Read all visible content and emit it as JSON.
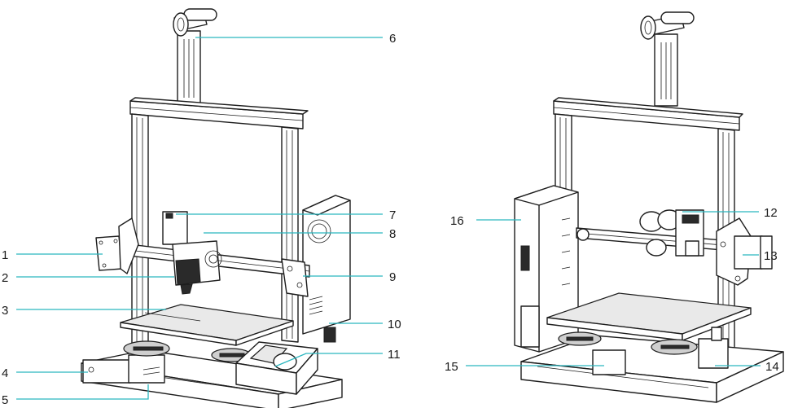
{
  "callouts": [
    {
      "number": "1"
    },
    {
      "number": "2"
    },
    {
      "number": "3"
    },
    {
      "number": "4"
    },
    {
      "number": "5"
    },
    {
      "number": "6"
    },
    {
      "number": "7"
    },
    {
      "number": "8"
    },
    {
      "number": "9"
    },
    {
      "number": "10"
    },
    {
      "number": "11"
    },
    {
      "number": "12"
    },
    {
      "number": "13"
    },
    {
      "number": "14"
    },
    {
      "number": "15"
    },
    {
      "number": "16"
    }
  ],
  "colors": {
    "leader": "#2ab6bf",
    "outline": "#1d1d1d",
    "background": "#ffffff"
  }
}
